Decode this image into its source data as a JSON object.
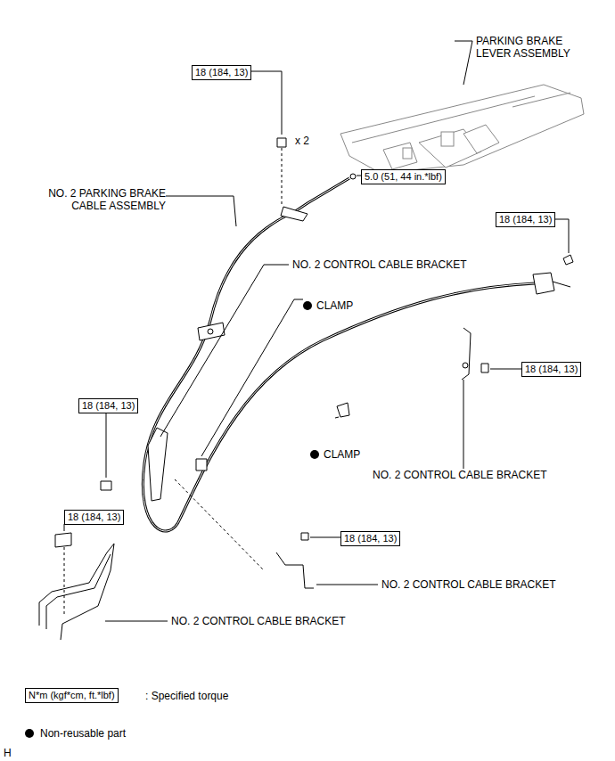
{
  "diagram": {
    "nodes": [
      {
        "text": [
          "18 (184, 13)"
        ]
      },
      {
        "text": [
          "5.0 (51, 44 in.*lbf)"
        ]
      },
      {
        "text": [
          "18 (184, 13)"
        ]
      },
      {
        "text": [
          "18 (184, 13)"
        ]
      },
      {
        "text": [
          "18 (184, 13)"
        ]
      },
      {
        "text": [
          "18 (184, 13)"
        ]
      },
      {
        "text": [
          "18 (184, 13)"
        ]
      },
      {
        "text": [
          "N*m (kgf*cm, ft.*lbf)"
        ]
      }
    ],
    "labels": [
      "PARKING BRAKE LEVER ASSEMBLY",
      "x 2",
      "NO. 2 PARKING BRAKE CABLE ASSEMBLY",
      "NO. 2 CONTROL CABLE BRACKET",
      "CLAMP",
      "CLAMP",
      "NO. 2 CONTROL CABLE BRACKET",
      "NO. 2 CONTROL CABLE BRACKET",
      "NO. 2 CONTROL CABLE BRACKET",
      ": Specified torque",
      "H"
    ],
    "legend": [
      {
        "text": "Non-reusable part"
      }
    ]
  }
}
